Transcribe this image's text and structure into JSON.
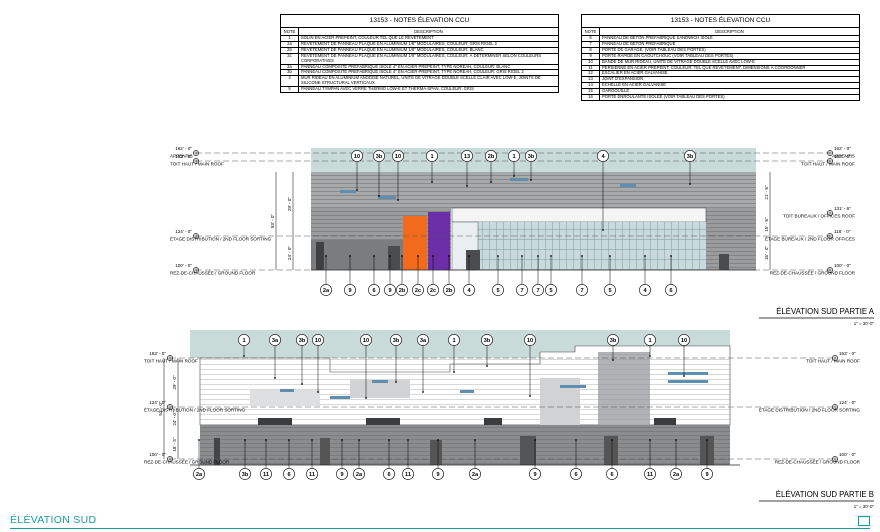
{
  "notes_tables": [
    {
      "title": "13153 - NOTES ÉLEVATION CCU",
      "col_note": "NOTE",
      "col_desc": "DESCRIPTION",
      "rows": [
        {
          "note": "1",
          "desc": "SOLIN EN ACIER PRÉPEINT, COULEUR TEL QUE LE REVÊTEMENT"
        },
        {
          "note": "2a",
          "desc": "REVÊTEMENT DE PANNEAU PLAQUE EN ALUMINIUM 1/8\" MODULAIRES, COULEUR: GRIS RIGEL 2"
        },
        {
          "note": "2b",
          "desc": "REVÊTEMENT DE PANNEAU PLAQUE EN ALUMINIUM 1/8\" MODULAIRES, COULEUR: BLANC"
        },
        {
          "note": "2c",
          "desc": "REVÊTEMENT DE PANNEAU PLAQUE EN ALUMINIUM 1/8\" MODULAIRES, COULEUR: À DÉTERMINER SELON COULEURS CORPORATIVES"
        },
        {
          "note": "3a",
          "desc": "PANNEAU COMPOSITE PRÉFABRIQUÉ ISOLÉ 4\" EN ACIER PRÉPEINT, TYPE NOREAH, COULEUR: BLANC"
        },
        {
          "note": "3b",
          "desc": "PANNEAU COMPOSITE PRÉFABRIQUÉ ISOLÉ 4\" EN ACIER PRÉPEINT, TYPE NOREAH, COULEUR: GRIS RIGEL 2"
        },
        {
          "note": "4",
          "desc": "MUR RIDEAU EN ALUMINIUM ANODISÉ NATUREL, UNITÉ DE VITRAGE DOUBLE SCELLÉ CLAIR AVEC LOW-E, JOINTS DE SILICONE STRUCTURAL VERTICAUX"
        },
        {
          "note": "5",
          "desc": "PANNEAU TYMPAN AVEC VERRE THERMO LOW-E ET THERMA-SPAN, COULEUR: GRIS"
        }
      ]
    },
    {
      "title": "13153 - NOTES ÉLEVATION CCU",
      "col_note": "NOTE",
      "col_desc": "DESCRIPTION",
      "rows": [
        {
          "note": "6",
          "desc": "PANNEAU DE BÉTON PRÉFABRIQUÉ SANDWICH ISOLÉ"
        },
        {
          "note": "7",
          "desc": "PANNEAU DE BÉTON PRÉFABRIQUÉ"
        },
        {
          "note": "8",
          "desc": "PORTE DE GARAGE. (VOIR TABLEAU DES PORTES)"
        },
        {
          "note": "9",
          "desc": "PORTE RAPIDE EN CAOUTCHOUC (VOIR TABLEAU DES PORTES)"
        },
        {
          "note": "10",
          "desc": "BANDE DE MUR RIDEAU, UNITÉ DE VITRAGE DOUBLE SCELLÉ AVEC LOW-E"
        },
        {
          "note": "11",
          "desc": "PERSIENNE EN ACIER PRÉPEINT, COULEUR: TEL QUE REVÊTEMENT. DIMENSIONS À COORDONNER"
        },
        {
          "note": "12",
          "desc": "ESCALIER EN ACIER GALVANISÉ"
        },
        {
          "note": "13",
          "desc": "JOINT D'EXPANSION"
        },
        {
          "note": "14",
          "desc": "ÉCHELLE EN ACIER GALVANISÉ"
        },
        {
          "note": "15",
          "desc": "GARGOUILLE"
        },
        {
          "note": "16",
          "desc": "PORTE ENROULANTE ISOLÉE (VOIR TABLEAU DES PORTES)"
        }
      ]
    }
  ],
  "elevation_a": {
    "title": "ÉLÉVATION SUD PARTIE A",
    "scale": "1\" = 30'-0\"",
    "left_levels": [
      {
        "value": "162' - 0\"",
        "label": "APPENTIS"
      },
      {
        "value": "153' - 0\"",
        "label": "TOIT HAUT / MAIN ROOF"
      },
      {
        "value": "124' - 0\"",
        "label": "ÉTAGE DISTRIBUTION / 2ND FLOOR SORTING"
      },
      {
        "value": "100' - 0\"",
        "label": "REZ-DE-CHAUSSÉE / GROUND FLOOR"
      }
    ],
    "right_levels": [
      {
        "value": "162' - 0\"",
        "label": "APPENTIS"
      },
      {
        "value": "153' - 0\"",
        "label": "TOIT HAUT / MAIN ROOF"
      },
      {
        "value": "131' - 6\"",
        "label": "TOIT BUREAUX / OFFICES ROOF"
      },
      {
        "value": "116' - 0\"",
        "label": "ÉTAGE BUREAUX / 2ND FLOOR OFFICES"
      },
      {
        "value": "100' - 0\"",
        "label": "REZ-DE-CHAUSSÉE / GROUND FLOOR"
      }
    ],
    "left_dims": [
      "29' - 0\"",
      "53' - 0\"",
      "24' - 0\""
    ],
    "right_dims": [
      "21' - 6\"",
      "15' - 6\"",
      "16' - 0\""
    ],
    "top_tags": [
      "10",
      "3b",
      "10",
      "1",
      "13",
      "2b",
      "1",
      "3b",
      "4",
      "3b"
    ],
    "bottom_tags": [
      "2a",
      "9",
      "6",
      "9",
      "2b",
      "2c",
      "2c",
      "2b",
      "4",
      "5",
      "7",
      "7",
      "5",
      "7",
      "5",
      "4",
      "6"
    ]
  },
  "elevation_b": {
    "title": "ÉLÉVATION SUD PARTIE B",
    "scale": "1\" = 30'-0\"",
    "left_levels": [
      {
        "value": "153' - 0\"",
        "label": "TOIT HAUT / MAIN ROOF"
      },
      {
        "value": "124' - 0\"",
        "label": "ÉTAGE DISTRIBUTION / 2ND FLOOR SORTING"
      },
      {
        "value": "100' - 0\"",
        "label": "REZ-DE-CHAUSSÉE / GROUND FLOOR"
      }
    ],
    "right_levels": [
      {
        "value": "153' - 0\"",
        "label": "TOIT HAUT / MAIN ROOF"
      },
      {
        "value": "124' - 0\"",
        "label": "ÉTAGE DISTRIBUTION / 2ND FLOOR SORTING"
      },
      {
        "value": "100' - 0\"",
        "label": "REZ-DE-CHAUSSÉE / GROUND FLOOR"
      }
    ],
    "left_dims": [
      "29' - 0\"",
      "53' - 0\"",
      "24' - 0\"",
      "18' - 5\""
    ],
    "top_tags": [
      "1",
      "3a",
      "3b",
      "10",
      "10",
      "3b",
      "3a",
      "1",
      "3b",
      "10",
      "3b",
      "1",
      "10"
    ],
    "bottom_tags": [
      "2a",
      "3b",
      "11",
      "6",
      "11",
      "9",
      "2a",
      "6",
      "11",
      "9",
      "2a",
      "9",
      "6",
      "6",
      "11",
      "2a",
      "9"
    ]
  },
  "footer": {
    "title": "ÉLÉVATION SUD"
  },
  "colors": {
    "orange": "#f26a1b",
    "purple": "#6c2ea6",
    "glass": "#b7cdd3",
    "panel_dark": "#8a8c8e",
    "panel_mid": "#b4b6b8",
    "accent": "#1a9aa5"
  }
}
